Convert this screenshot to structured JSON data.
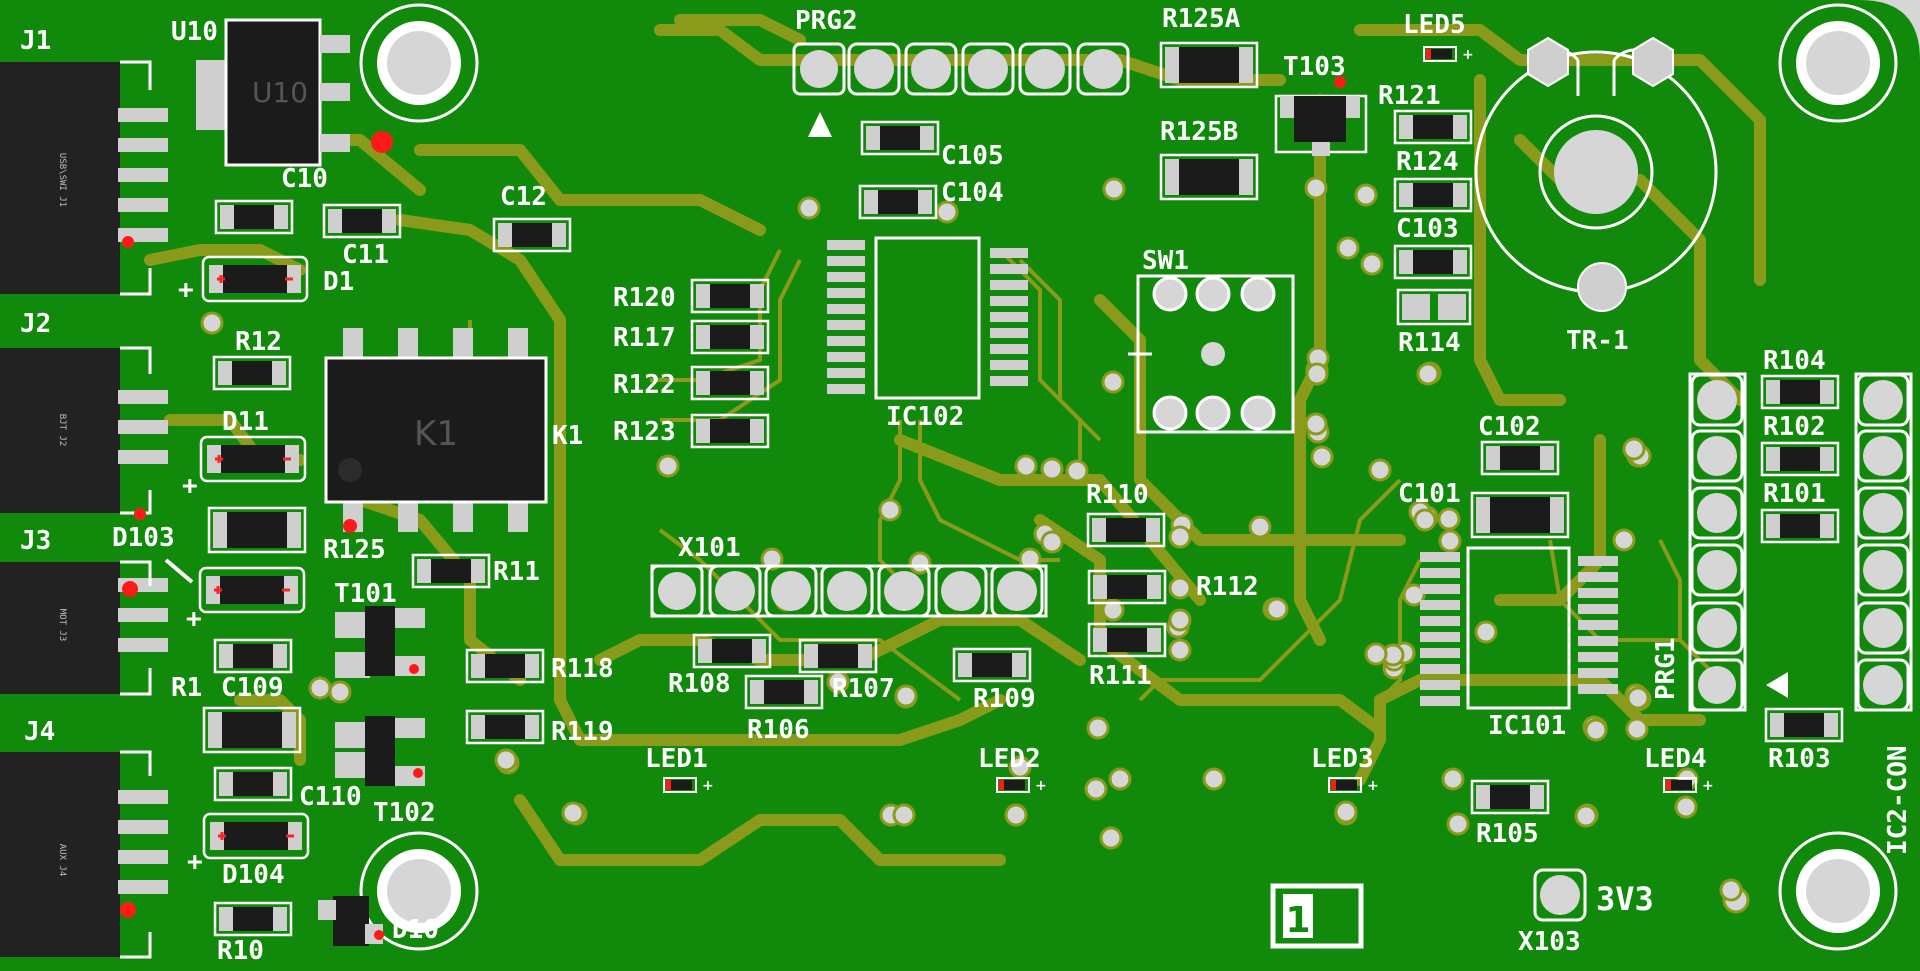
{
  "board": {
    "colors": {
      "mask": "#118a0b",
      "trace": "#8a9a1a",
      "silk": "#ffffff",
      "pad": "#d0d0d0",
      "body": "#1a1a1a",
      "bg": "#d6d6d6",
      "marker": "#ff1a1a"
    },
    "designators": [
      {
        "id": "J1",
        "label": "J1"
      },
      {
        "id": "U10",
        "label": "U10"
      },
      {
        "id": "C10",
        "label": "C10"
      },
      {
        "id": "C11",
        "label": "C11"
      },
      {
        "id": "C12",
        "label": "C12"
      },
      {
        "id": "D1",
        "label": "D1"
      },
      {
        "id": "J2",
        "label": "J2"
      },
      {
        "id": "R12",
        "label": "R12"
      },
      {
        "id": "D11",
        "label": "D11"
      },
      {
        "id": "K1",
        "label": "K1"
      },
      {
        "id": "J3",
        "label": "J3"
      },
      {
        "id": "D103",
        "label": "D103"
      },
      {
        "id": "R125",
        "label": "R125"
      },
      {
        "id": "R11",
        "label": "R11"
      },
      {
        "id": "T101",
        "label": "T101"
      },
      {
        "id": "R1",
        "label": "R1"
      },
      {
        "id": "C109",
        "label": "C109"
      },
      {
        "id": "R118",
        "label": "R118"
      },
      {
        "id": "R119",
        "label": "R119"
      },
      {
        "id": "J4",
        "label": "J4"
      },
      {
        "id": "C110",
        "label": "C110"
      },
      {
        "id": "T102",
        "label": "T102"
      },
      {
        "id": "D104",
        "label": "D104"
      },
      {
        "id": "R10",
        "label": "R10"
      },
      {
        "id": "D10",
        "label": "D10"
      },
      {
        "id": "PRG2",
        "label": "PRG2"
      },
      {
        "id": "C105",
        "label": "C105"
      },
      {
        "id": "C104",
        "label": "C104"
      },
      {
        "id": "R120",
        "label": "R120"
      },
      {
        "id": "R117",
        "label": "R117"
      },
      {
        "id": "R122",
        "label": "R122"
      },
      {
        "id": "R123",
        "label": "R123"
      },
      {
        "id": "IC102",
        "label": "IC102"
      },
      {
        "id": "X101",
        "label": "X101"
      },
      {
        "id": "R108",
        "label": "R108"
      },
      {
        "id": "R106",
        "label": "R106"
      },
      {
        "id": "R107",
        "label": "R107"
      },
      {
        "id": "R109",
        "label": "R109"
      },
      {
        "id": "R110",
        "label": "R110"
      },
      {
        "id": "R112",
        "label": "R112"
      },
      {
        "id": "R111",
        "label": "R111"
      },
      {
        "id": "LED1",
        "label": "LED1"
      },
      {
        "id": "LED2",
        "label": "LED2"
      },
      {
        "id": "LED3",
        "label": "LED3"
      },
      {
        "id": "LED4",
        "label": "LED4"
      },
      {
        "id": "LED5",
        "label": "LED5"
      },
      {
        "id": "R125A",
        "label": "R125A"
      },
      {
        "id": "R125B",
        "label": "R125B"
      },
      {
        "id": "T103",
        "label": "T103"
      },
      {
        "id": "SW1",
        "label": "SW1"
      },
      {
        "id": "R121",
        "label": "R121"
      },
      {
        "id": "R124",
        "label": "R124"
      },
      {
        "id": "C103",
        "label": "C103"
      },
      {
        "id": "R114",
        "label": "R114"
      },
      {
        "id": "TR1",
        "label": "TR-1"
      },
      {
        "id": "C102",
        "label": "C102"
      },
      {
        "id": "C101",
        "label": "C101"
      },
      {
        "id": "IC101",
        "label": "IC101"
      },
      {
        "id": "R104",
        "label": "R104"
      },
      {
        "id": "R102",
        "label": "R102"
      },
      {
        "id": "R101",
        "label": "R101"
      },
      {
        "id": "PRG1",
        "label": "PRG1"
      },
      {
        "id": "R103",
        "label": "R103"
      },
      {
        "id": "R105",
        "label": "R105"
      },
      {
        "id": "X103",
        "label": "X103"
      },
      {
        "id": "NET3V3",
        "label": "3V3"
      },
      {
        "id": "IC2CON",
        "label": "IC2-CON"
      }
    ],
    "markings": {
      "layer_number": "1",
      "plus": "+",
      "U10": "U10",
      "K1": "K1",
      "J1": "USB\\SWI J1",
      "J2": "BJT J2",
      "J3": "MOT J3",
      "J4": "AUX J4"
    }
  }
}
